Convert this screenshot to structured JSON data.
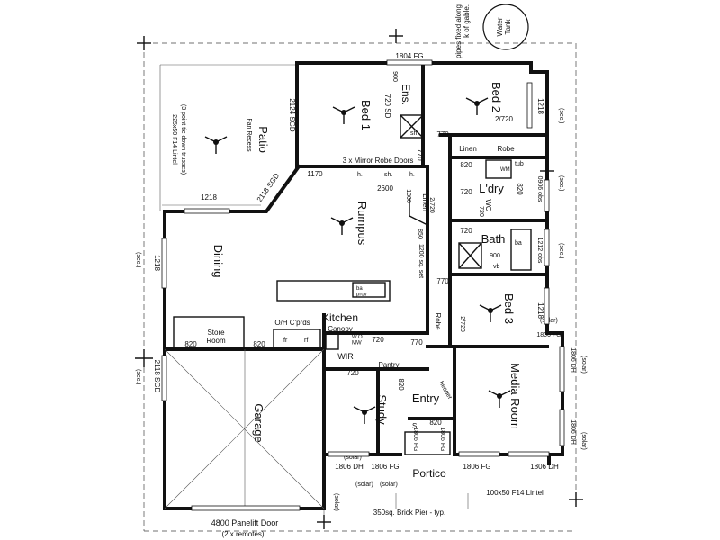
{
  "site": {
    "water_tank": "Water\nTank",
    "gable_note": "pipes fixed along\nk of gable."
  },
  "rooms": {
    "bed1": "Bed 1",
    "ens": "Ens.",
    "bed2": "Bed 2",
    "linen_top": "Linen",
    "robe_top": "Robe",
    "ldry": "L'dry",
    "wc": "WC",
    "linen_mid": "Linen",
    "rumpus": "Rumpus",
    "bath": "Bath",
    "patio": "Patio",
    "dining": "Dining",
    "kitchen": "Kitchen",
    "store_room": "Store\nRoom",
    "wir": "WIR",
    "pantry": "Pantry",
    "bed3": "Bed 3",
    "robe_bed3": "Robe",
    "media_room": "Media Room",
    "entry": "Entry",
    "study": "Study",
    "garage": "Garage",
    "portico": "Portico"
  },
  "labels": {
    "fan_recess": "Fan Recess",
    "tie_down": "(3 point tie down trusses)",
    "lintel_patio": "225x50 F14 Lintel",
    "mirror_robe": "3 x Mirror Robe Doors",
    "sh": "sh",
    "sh2": "sh.",
    "h1": "h.",
    "h2": "h.",
    "tub": "tub",
    "wm": "WM",
    "ba": "ba",
    "vb": "vb",
    "sl": "SL",
    "ba_prov": "ba\nprov",
    "oh_cpds": "O/H C'prds",
    "canopy": "Canopy",
    "wo_mw": "W.O\nMW",
    "fr": "fr",
    "rf": "rf",
    "header": "header",
    "remotes": "(2 x remotes)",
    "brick_pier": "350sq. Brick Pier - typ.",
    "lintel_portico": "100x50 F14 Lintel",
    "sec": "(sec.)",
    "solar": "(solar)"
  },
  "dimensions": {
    "top_fg": "1804 FG",
    "bed1_width": "2124 SGD",
    "ens_sd": "720 SD",
    "ens_900": "900",
    "door_770_a": "770",
    "door_770_b": "770",
    "bed2_door": "2/720",
    "bed2_win": "1218",
    "patio_sgd": "2118 SGD",
    "patio_1218": "1218",
    "wall_1170": "1170",
    "wall_2600": "2600",
    "d820_a": "820",
    "d820_b": "820",
    "d720_ldry": "720",
    "d720_wc": "720",
    "obs_a": "0906 obs",
    "linen_1300": "1300",
    "linen_door": "2/720",
    "d850": "850",
    "d720_bath": "720",
    "bath_900": "900",
    "obs_b": "1212 obs",
    "shower_1200": "1200 sq. set",
    "dining_1218": "1218",
    "d770_bath": "770",
    "bed3_1218": "1218",
    "bed3_door": "2/720",
    "d820_store": "820",
    "d820_kitchen": "820",
    "d720_kit": "720",
    "d770_kit": "770",
    "d720_wir": "720",
    "garage_sgd": "2118 SGD",
    "fg_1806_a": "1806 FG",
    "fg_1806_b": "1806 FG",
    "fg_1806_c": "1806 FG",
    "dh_1806_a": "1806 DH",
    "dh_1806_b": "1806 DH",
    "dh_1806_c": "1806 DH",
    "dh_1806_d": "1806 DH",
    "d820_study": "820",
    "d820_entry": "820",
    "fg_side_a": "1806 FG",
    "fg_side_b": "1806 FG",
    "panelift": "4800 Panelift Door"
  }
}
